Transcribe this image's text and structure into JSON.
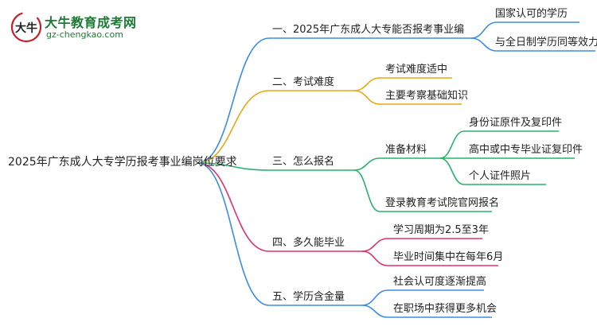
{
  "logo": {
    "title": "大牛教育成考网",
    "url": "gz-chengkao.com",
    "mark_text": "大牛"
  },
  "mindmap": {
    "root": "2025年广东成人大专学历报考事业编岗位要求",
    "colors": {
      "branch1": "#3b8de0",
      "branch2": "#e6a817",
      "branch3": "#27b46a",
      "branch4": "#e0306f",
      "branch5": "#3b8de0"
    },
    "branches": [
      {
        "label": "一、2025年广东成人大专能否报考事业编",
        "children": [
          {
            "label": "国家认可的学历"
          },
          {
            "label": "与全日制学历同等效力"
          }
        ]
      },
      {
        "label": "二、考试难度",
        "children": [
          {
            "label": "考试难度适中"
          },
          {
            "label": "主要考察基础知识"
          }
        ]
      },
      {
        "label": "三、怎么报名",
        "children": [
          {
            "label": "准备材料",
            "children": [
              {
                "label": "身份证原件及复印件"
              },
              {
                "label": "高中或中专毕业证复印件"
              },
              {
                "label": "个人证件照片"
              }
            ]
          },
          {
            "label": "登录教育考试院官网报名"
          }
        ]
      },
      {
        "label": "四、多久能毕业",
        "children": [
          {
            "label": "学习周期为2.5至3年"
          },
          {
            "label": "毕业时间集中在每年6月"
          }
        ]
      },
      {
        "label": "五、学历含金量",
        "children": [
          {
            "label": "社会认可度逐渐提高"
          },
          {
            "label": "在职场中获得更多机会"
          }
        ]
      }
    ]
  }
}
